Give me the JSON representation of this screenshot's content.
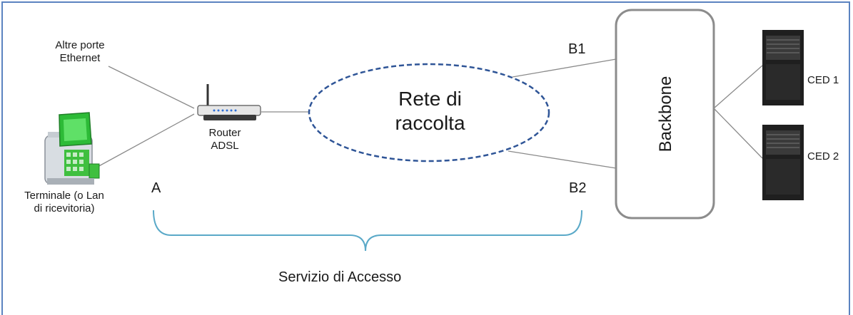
{
  "nodes": {
    "other_ports": "Altre porte\nEthernet",
    "router": "Router\nADSL",
    "terminal": "Terminale (o Lan\ndi ricevitoria)",
    "collection_network": "Rete di\nraccolta",
    "backbone": "Backbone",
    "ced1": "CED 1",
    "ced2": "CED 2"
  },
  "points": {
    "a": "A",
    "b1": "B1",
    "b2": "B2"
  },
  "bracket_label": "Servizio di Accesso",
  "colors": {
    "frame": "#5b83c0",
    "cloud_dash": "#2f5597",
    "bracket": "#5aa9c8",
    "terminal_green": "#3fbf3f"
  }
}
